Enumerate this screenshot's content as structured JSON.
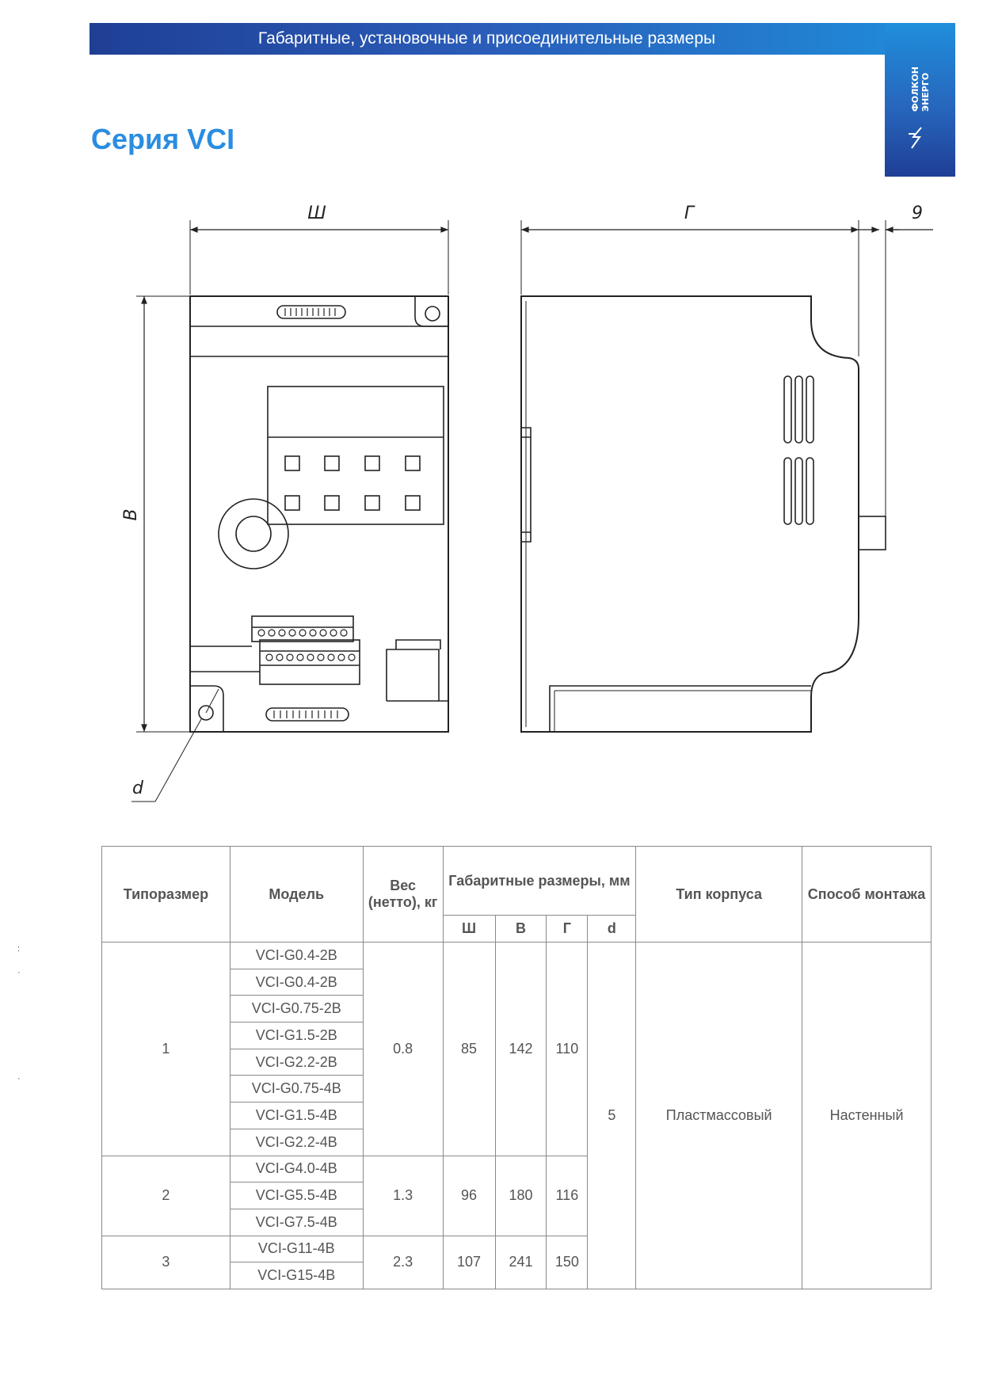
{
  "header": {
    "title": "Габаритные, установочные и присоединительные размеры"
  },
  "brand": {
    "line1": "ФОЛКОН",
    "line2": "ЭНЕРГО"
  },
  "series_title": "Серия VCI",
  "drawing": {
    "labels": {
      "width": "Ш",
      "height": "В",
      "depth": "Г",
      "extra": "9",
      "hole": "d"
    }
  },
  "table": {
    "headers": {
      "size": "Типоразмер",
      "model": "Модель",
      "weight": "Вес (нетто), кг",
      "dims": "Габаритные размеры, мм",
      "w": "Ш",
      "h": "В",
      "d_depth": "Г",
      "d": "d",
      "case": "Тип корпуса",
      "mount": "Способ монтажа"
    },
    "groups": [
      {
        "size": "1",
        "weight": "0.8",
        "w": "85",
        "h": "142",
        "depth": "110",
        "models": [
          "VCI-G0.4-2B",
          "VCI-G0.4-2B",
          "VCI-G0.75-2B",
          "VCI-G1.5-2B",
          "VCI-G2.2-2B",
          "VCI-G0.75-4B",
          "VCI-G1.5-4B",
          "VCI-G2.2-4B"
        ]
      },
      {
        "size": "2",
        "weight": "1.3",
        "w": "96",
        "h": "180",
        "depth": "116",
        "models": [
          "VCI-G4.0-4B",
          "VCI-G5.5-4B",
          "VCI-G7.5-4B"
        ]
      },
      {
        "size": "3",
        "weight": "2.3",
        "w": "107",
        "h": "241",
        "depth": "150",
        "models": [
          "VCI-G11-4B",
          "VCI-G15-4B"
        ]
      }
    ],
    "common": {
      "d": "5",
      "case": "Пластмассовый",
      "mount": "Настенный"
    }
  },
  "side_marks": [
    ":",
    "·",
    "·"
  ]
}
